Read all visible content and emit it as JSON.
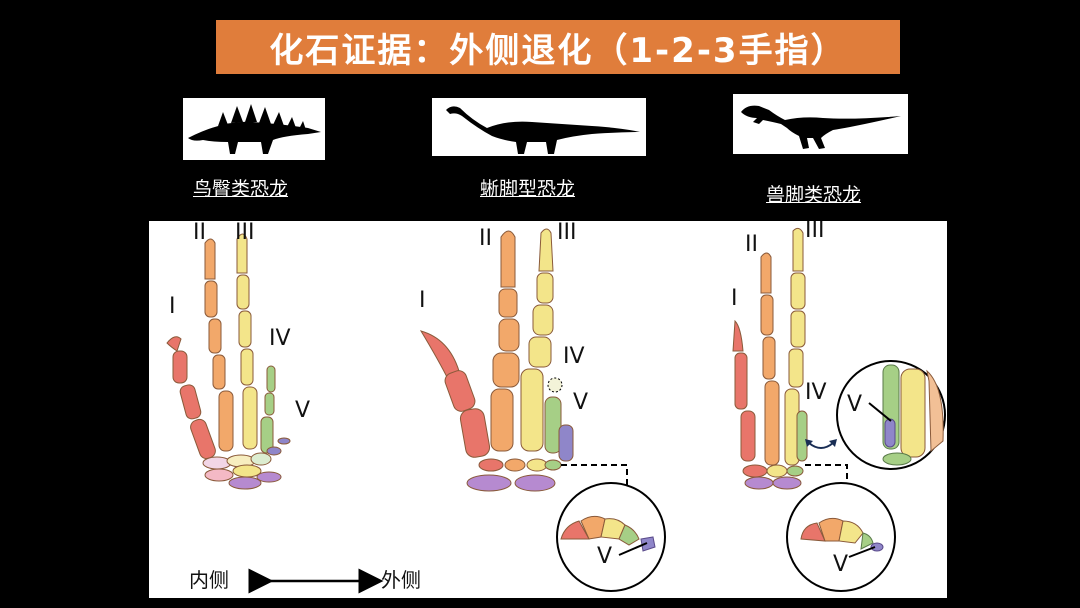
{
  "title": "化石证据：外侧退化（1-2-3手指）",
  "groups": [
    {
      "label": "鸟臀类恐龙",
      "silhouette": "stegosaurus-silhouette"
    },
    {
      "label": "蜥脚型恐龙",
      "silhouette": "sauropod-silhouette"
    },
    {
      "label": "兽脚类恐龙",
      "silhouette": "theropod-silhouette"
    }
  ],
  "digits": {
    "d1": "I",
    "d2": "II",
    "d3": "III",
    "d4": "IV",
    "d5": "V"
  },
  "inset_label": "V",
  "direction": {
    "medial": "内侧",
    "lateral": "外侧"
  },
  "colors": {
    "digit1": "#e8756a",
    "digit2": "#f2a86a",
    "digit3": "#f3e58a",
    "digit4": "#a6cf86",
    "digit5": "#8f86c9",
    "carpal": "#b68ad0",
    "title_bg": "#e07d3b"
  }
}
